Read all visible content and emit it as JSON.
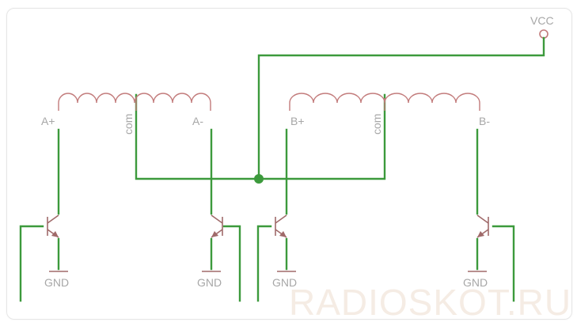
{
  "labels": {
    "vcc": "VCC",
    "a_plus": "A+",
    "a_minus": "A-",
    "a_com": "com",
    "b_plus": "B+",
    "b_minus": "B-",
    "b_com": "com",
    "gnd_1": "GND",
    "gnd_2": "GND",
    "gnd_3": "GND",
    "gnd_4": "GND"
  },
  "watermark": "RADIOSKOT.RU",
  "colors": {
    "wire": "#3c9a3c",
    "coil": "#c27b7b",
    "label": "#a7a7a7",
    "watermark": "#f5ece4"
  }
}
